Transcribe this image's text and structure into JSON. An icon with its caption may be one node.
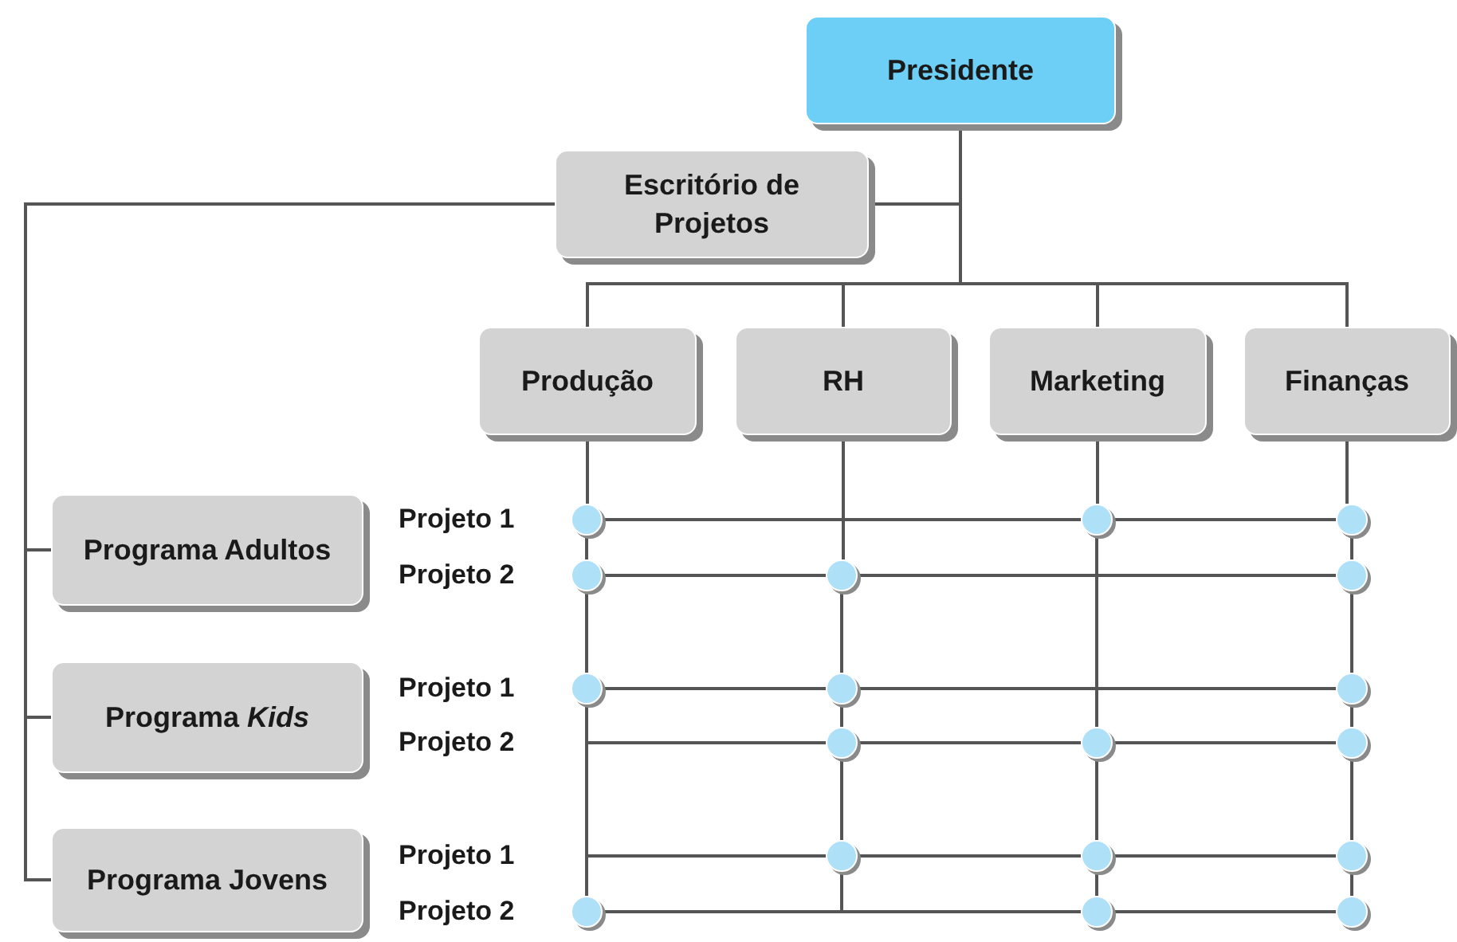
{
  "diagram": {
    "nodes": [
      {
        "text": [
          "Presidente"
        ]
      },
      {
        "text": [
          "Escritório de Projetos"
        ]
      },
      {
        "text": [
          "Produção"
        ]
      },
      {
        "text": [
          "RH"
        ]
      },
      {
        "text": [
          "Marketing"
        ]
      },
      {
        "text": [
          "Finanças"
        ]
      },
      {
        "text": [
          "Programa Adultos"
        ]
      },
      {
        "text": [
          "Programa *Kids*"
        ]
      },
      {
        "text": [
          "Programa Jovens"
        ]
      },
      {
        "text": [],
        "shape": "circle"
      },
      {
        "text": [],
        "shape": "circle"
      },
      {
        "text": [],
        "shape": "circle"
      },
      {
        "text": [],
        "shape": "circle"
      },
      {
        "text": [],
        "shape": "circle"
      },
      {
        "text": [],
        "shape": "circle"
      },
      {
        "text": [],
        "shape": "circle"
      },
      {
        "text": [],
        "shape": "circle"
      },
      {
        "text": [],
        "shape": "circle"
      },
      {
        "text": [],
        "shape": "circle"
      },
      {
        "text": [],
        "shape": "circle"
      },
      {
        "text": [],
        "shape": "circle"
      },
      {
        "text": [],
        "shape": "circle"
      },
      {
        "text": [],
        "shape": "circle"
      },
      {
        "text": [],
        "shape": "circle"
      },
      {
        "text": [],
        "shape": "circle"
      },
      {
        "text": [],
        "shape": "circle"
      },
      {
        "text": [],
        "shape": "circle"
      }
    ],
    "edges": [
      {
        "from": 0,
        "to": 1,
        "arrow": "none"
      },
      {
        "from": 0,
        "to": 2,
        "arrow": "none"
      },
      {
        "from": 0,
        "to": 3,
        "arrow": "none"
      },
      {
        "from": 0,
        "to": 4,
        "arrow": "none"
      },
      {
        "from": 0,
        "to": 5,
        "arrow": "none"
      },
      {
        "from": 1,
        "to": 6,
        "arrow": "none"
      },
      {
        "from": 1,
        "to": 7,
        "arrow": "none"
      },
      {
        "from": 1,
        "to": 8,
        "arrow": "none"
      },
      {
        "from": 2,
        "to": 9,
        "arrow": "none"
      },
      {
        "from": 9,
        "to": 12,
        "arrow": "none"
      },
      {
        "from": 12,
        "to": 15,
        "arrow": "none"
      },
      {
        "from": 15,
        "to": 24,
        "arrow": "none"
      },
      {
        "from": 3,
        "to": 13,
        "arrow": "none"
      },
      {
        "from": 13,
        "to": 16,
        "arrow": "none"
      },
      {
        "from": 16,
        "to": 18,
        "arrow": "none"
      },
      {
        "from": 18,
        "to": 21,
        "arrow": "none"
      },
      {
        "from": 4,
        "to": 10,
        "arrow": "none"
      },
      {
        "from": 10,
        "to": 19,
        "arrow": "none"
      },
      {
        "from": 19,
        "to": 22,
        "arrow": "none"
      },
      {
        "from": 22,
        "to": 25,
        "arrow": "none"
      },
      {
        "from": 5,
        "to": 11,
        "arrow": "none"
      },
      {
        "from": 11,
        "to": 14,
        "arrow": "none"
      },
      {
        "from": 14,
        "to": 17,
        "arrow": "none"
      },
      {
        "from": 17,
        "to": 20,
        "arrow": "none"
      },
      {
        "from": 20,
        "to": 23,
        "arrow": "none"
      },
      {
        "from": 23,
        "to": 26,
        "arrow": "none"
      },
      {
        "from": 9,
        "to": 10,
        "arrow": "none"
      },
      {
        "from": 10,
        "to": 11,
        "arrow": "none"
      },
      {
        "from": 12,
        "to": 13,
        "arrow": "none"
      },
      {
        "from": 13,
        "to": 14,
        "arrow": "none"
      },
      {
        "from": 15,
        "to": 16,
        "arrow": "none"
      },
      {
        "from": 16,
        "to": 17,
        "arrow": "none"
      },
      {
        "from": 18,
        "to": 19,
        "arrow": "none"
      },
      {
        "from": 19,
        "to": 20,
        "arrow": "none"
      },
      {
        "from": 21,
        "to": 22,
        "arrow": "none"
      },
      {
        "from": 22,
        "to": 23,
        "arrow": "none"
      },
      {
        "from": 24,
        "to": 25,
        "arrow": "none"
      },
      {
        "from": 25,
        "to": 26,
        "arrow": "none"
      },
      {
        "from": 15,
        "to": 18,
        "arrow": "none"
      },
      {
        "from": 15,
        "to": 21,
        "arrow": "none"
      },
      {
        "from": 21,
        "to": 24,
        "arrow": "none"
      }
    ],
    "labels": [
      "Projeto 1",
      "Projeto 2",
      "Projeto 1",
      "Projeto 2",
      "Projeto 1",
      "Projeto 2"
    ]
  }
}
